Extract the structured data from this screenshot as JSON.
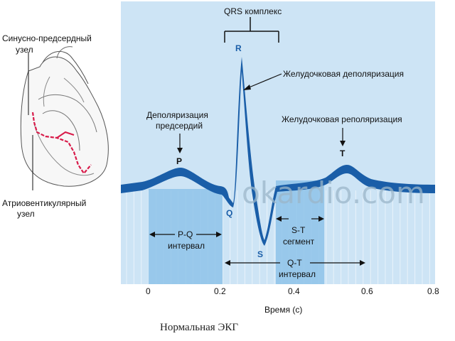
{
  "heart": {
    "sa_node_line1": "Синусно-предсердный",
    "sa_node_line2": "узел",
    "av_node_line1": "Атриовентикулярный",
    "av_node_line2": "узел"
  },
  "labels": {
    "qrs_complex": "QRS комплекс",
    "ventricular_depolarization": "Желудочковая деполяризация",
    "atrial_depolarization_line1": "Деполяризация",
    "atrial_depolarization_line2": "предсердий",
    "ventricular_repolarization": "Желудочковая реполяризация",
    "pq_line1": "P-Q",
    "pq_line2": "интервал",
    "st_line1": "S-T",
    "st_line2": "сегмент",
    "qt_line1": "Q-T",
    "qt_line2": "интервал"
  },
  "waves": {
    "p": "P",
    "q": "Q",
    "r": "R",
    "s": "S",
    "t": "T"
  },
  "axis": {
    "ticks": [
      "0",
      "0.2",
      "0.4",
      "0.6",
      "0.8"
    ],
    "xlabel": "Время (с)"
  },
  "watermark": "okardio.com",
  "caption": "Нормальная ЭКГ",
  "colors": {
    "panel": "#cde4f5",
    "band_dark": "#8ec3e9",
    "band_mid": "#a9d2ef",
    "wave": "#1a5ea8",
    "arrow": "#111111",
    "heart_path": "#d81b4a"
  }
}
